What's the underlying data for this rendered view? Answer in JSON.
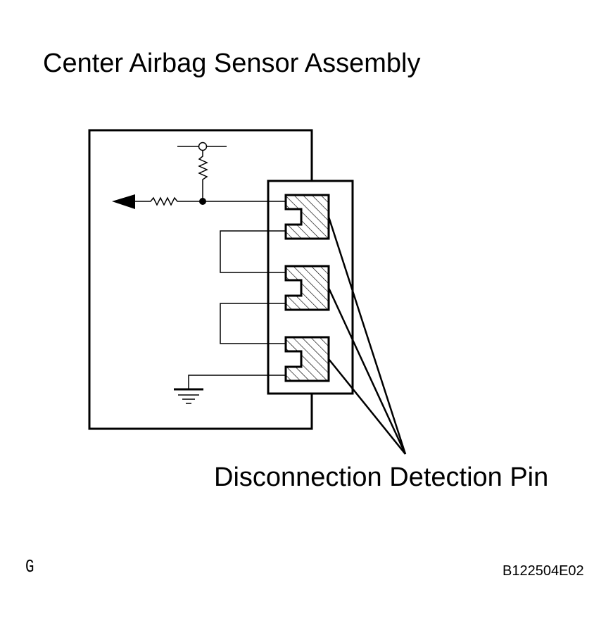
{
  "diagram": {
    "title": "Center Airbag Sensor Assembly",
    "callout_label": "Disconnection Detection Pin",
    "corner_mark": "G",
    "figure_code": "B122504E02"
  },
  "colors": {
    "line": "#000000",
    "background": "#ffffff"
  }
}
